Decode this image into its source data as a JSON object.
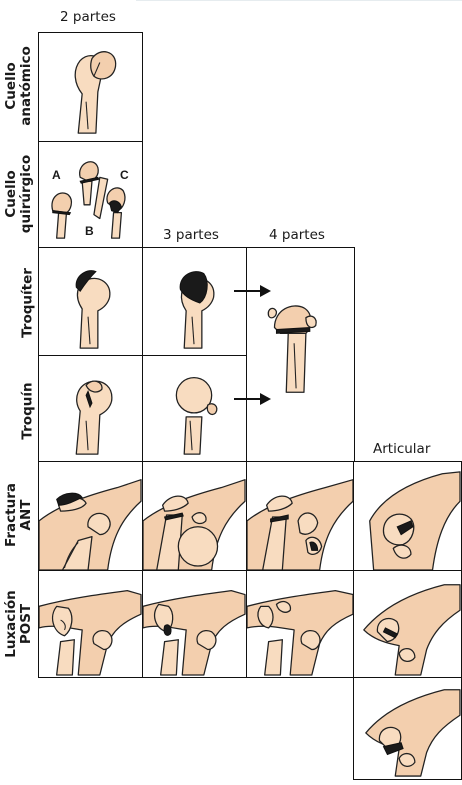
{
  "columns": {
    "two_parts": "2 partes",
    "three_parts": "3 partes",
    "four_parts": "4 partes",
    "articular": "Articular"
  },
  "rows": {
    "anatomic_neck": [
      "Cuello",
      "anatómico"
    ],
    "surgical_neck": [
      "Cuello",
      "quirúrgico"
    ],
    "greater_tuberosity": "Troquíter",
    "lesser_tuberosity": "Troquín",
    "fracture_dislocation_ant": [
      "Fractura",
      "ANT"
    ],
    "dislocation_post": [
      "Luxación",
      "POST"
    ]
  },
  "surgical_neck_letters": {
    "a": "A",
    "b": "B",
    "c": "C"
  }
}
